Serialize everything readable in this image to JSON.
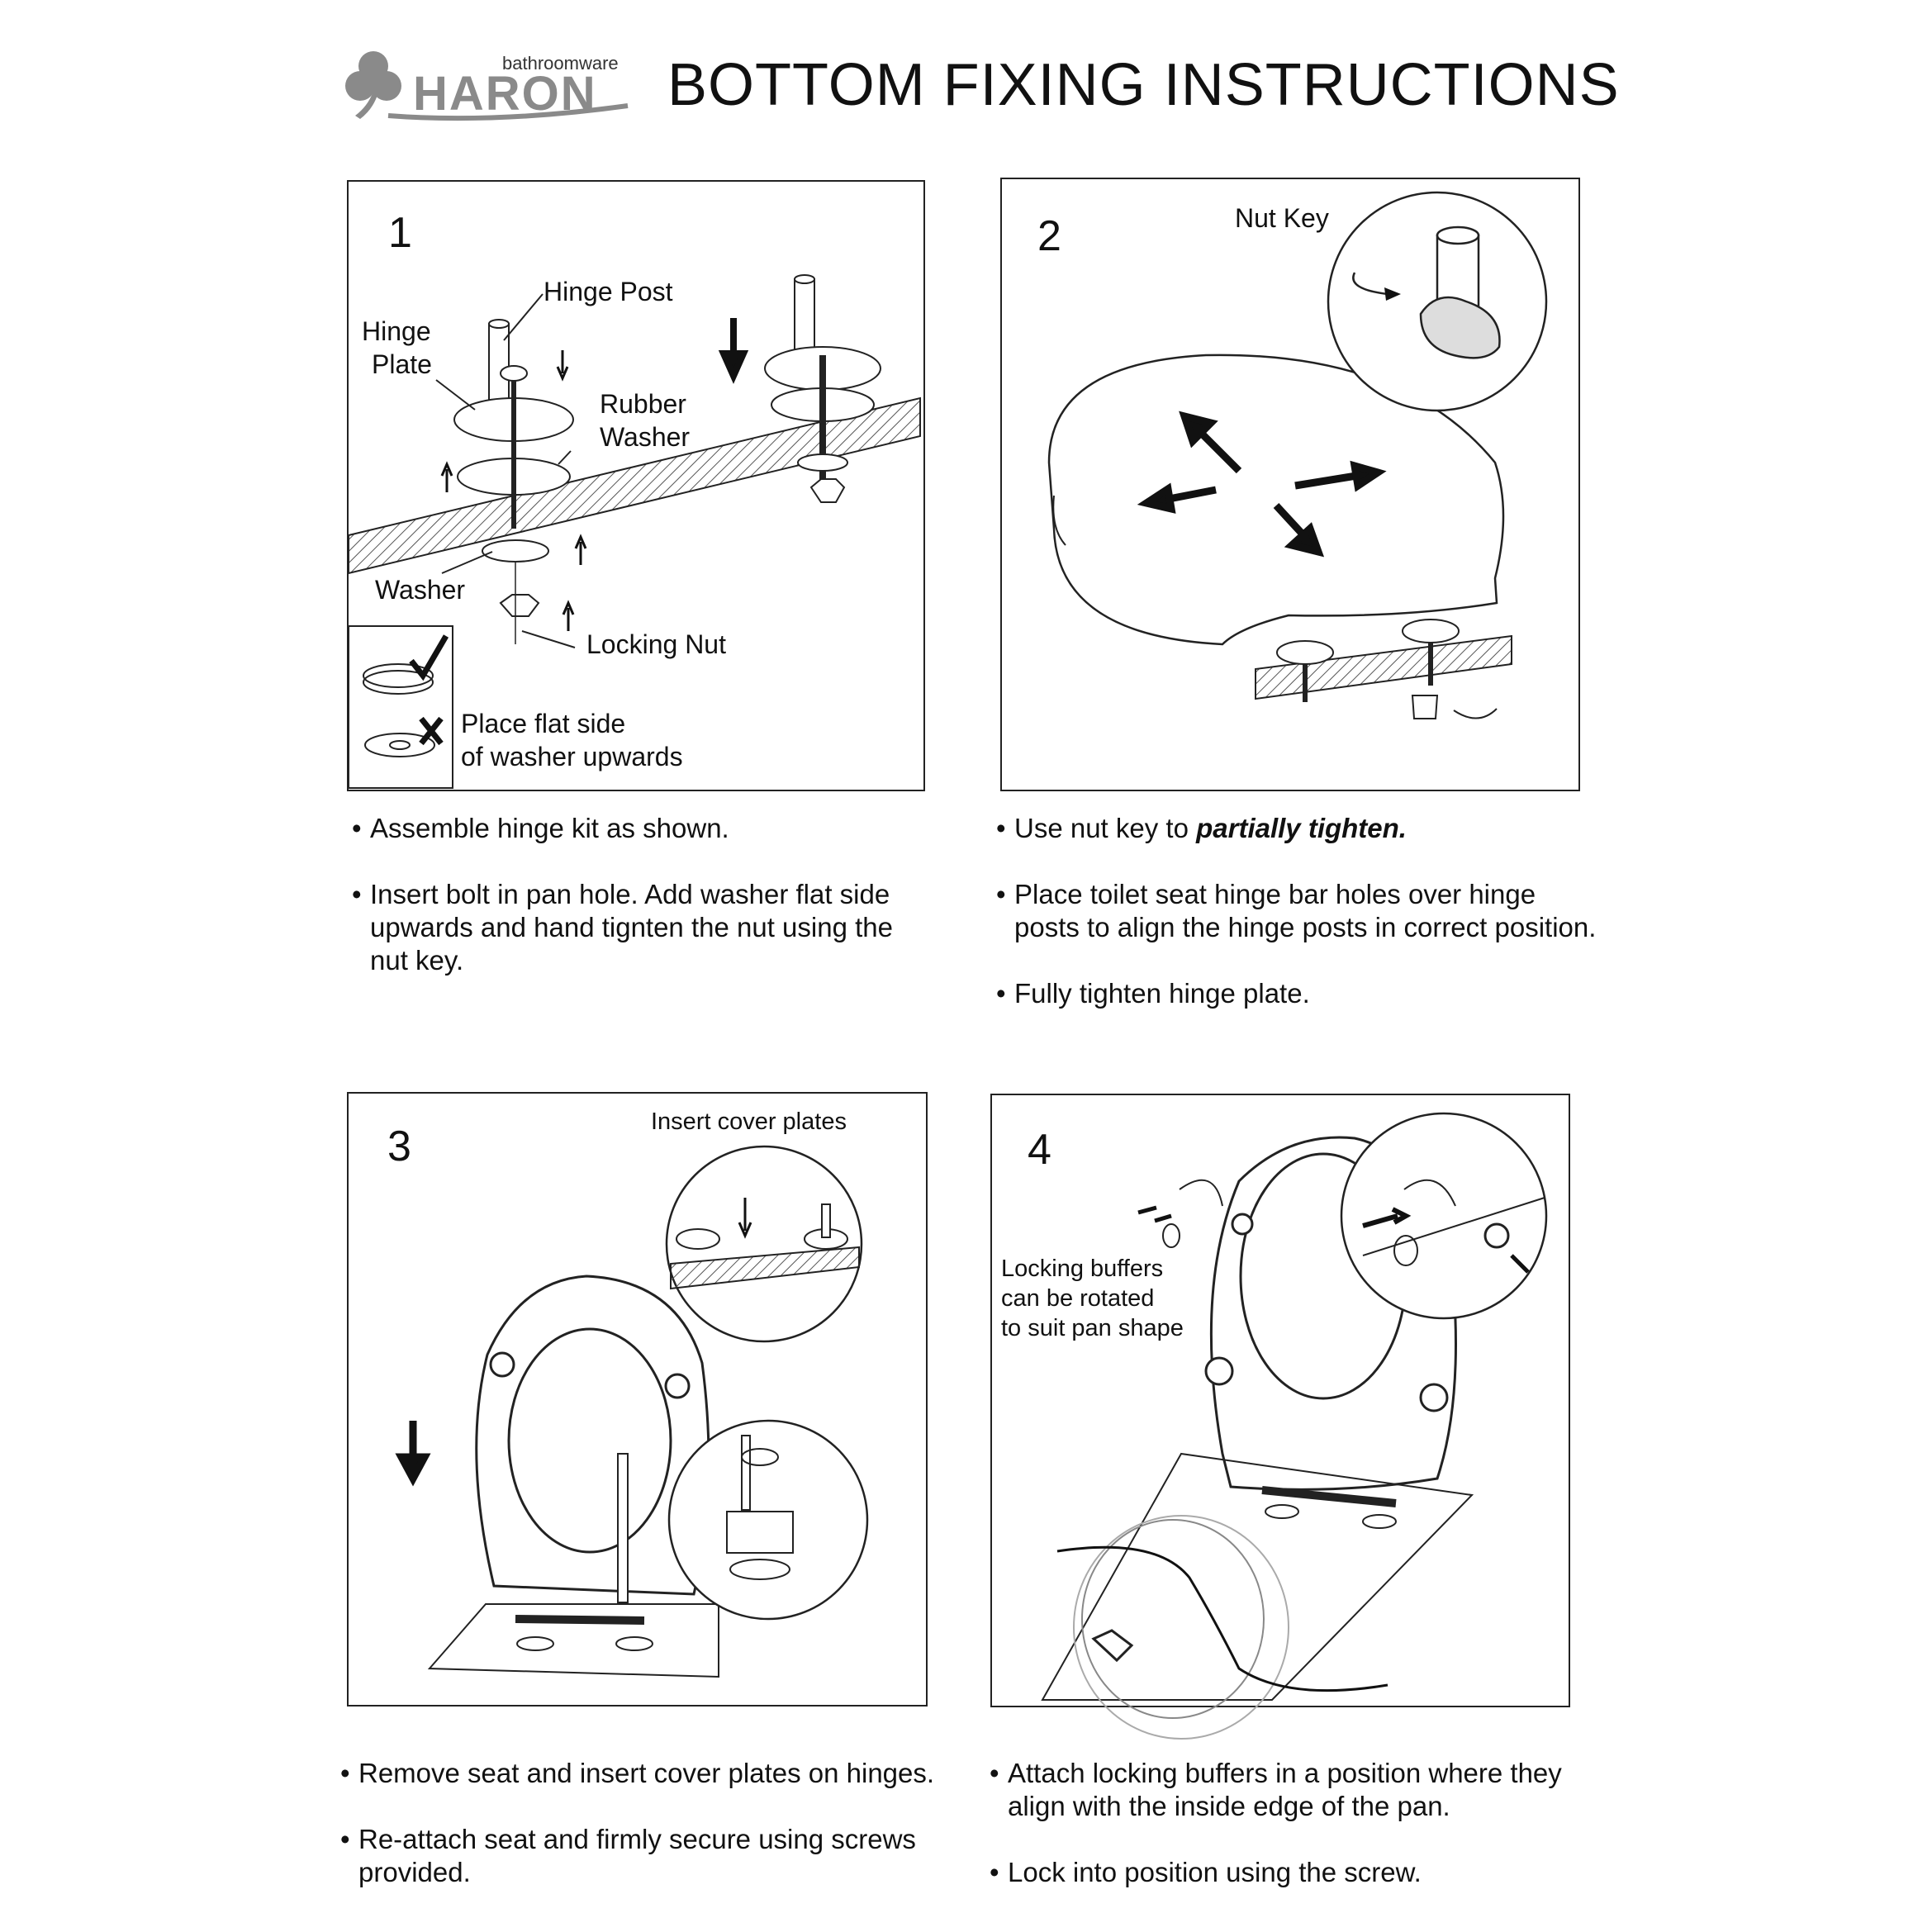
{
  "header": {
    "logo_small": "bathroomware",
    "logo_brand": "HARON",
    "title": "BOTTOM FIXING INSTRUCTIONS"
  },
  "steps": [
    {
      "number": "1",
      "labels": {
        "hinge_post": "Hinge Post",
        "hinge_plate_1": "Hinge",
        "hinge_plate_2": "Plate",
        "rubber_washer_1": "Rubber",
        "rubber_washer_2": "Washer",
        "washer": "Washer",
        "locking_nut": "Locking Nut",
        "flat_side_1": "Place flat side",
        "flat_side_2": "of washer upwards"
      },
      "bullets": [
        "Assemble hinge kit as shown.",
        "Insert bolt in pan hole. Add washer flat side upwards and hand tignten the nut using the nut key."
      ]
    },
    {
      "number": "2",
      "labels": {
        "nut_key": "Nut Key"
      },
      "bullets": {
        "b1_pre": "Use nut key to ",
        "b1_em": "partially tighten.",
        "b2": "Place toilet seat hinge bar holes over hinge posts to align the hinge posts in correct position.",
        "b3": "Fully tighten hinge plate."
      }
    },
    {
      "number": "3",
      "labels": {
        "insert_cover_plates": "Insert cover plates"
      },
      "bullets": [
        "Remove seat and insert cover plates on hinges.",
        "Re-attach seat and firmly secure using screws provided."
      ]
    },
    {
      "number": "4",
      "labels": {
        "buffers_1": "Locking buffers",
        "buffers_2": "can be rotated",
        "buffers_3": "to suit pan shape"
      },
      "bullets": [
        "Attach locking buffers in a position where they align with the inside edge of the pan.",
        "Lock into position using the screw."
      ]
    }
  ],
  "icons": {
    "logo": "clover-logo-icon",
    "check": "check-mark-icon",
    "cross": "cross-mark-icon",
    "arrow": "arrow-icon"
  },
  "colors": {
    "ink": "#111111",
    "logo_grey": "#8a8a8a",
    "hatch": "#555555"
  }
}
